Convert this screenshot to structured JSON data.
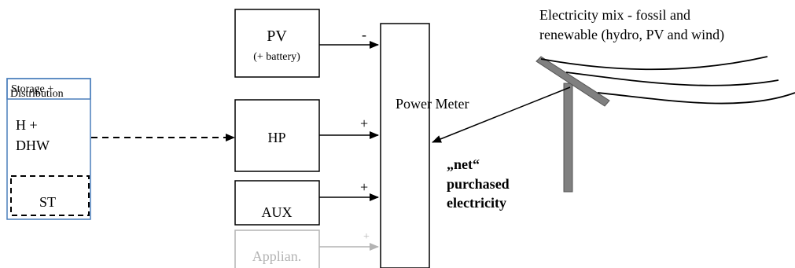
{
  "storage": {
    "header_line1": "Storage +",
    "header_line2": "Distribution",
    "h_line1": "H +",
    "h_line2": "DHW",
    "st": "ST"
  },
  "components": {
    "pv_label": "PV",
    "pv_sub": "(+ battery)",
    "hp_label": "HP",
    "aux_label": "AUX",
    "appliances_label": "Applian."
  },
  "signs": {
    "pv": "-",
    "hp": "+",
    "aux": "+",
    "appliances": "+"
  },
  "meter": {
    "label": "Power Meter"
  },
  "grid": {
    "line1": "Electricity mix - fossil and",
    "line2": "renewable (hydro, PV and wind)"
  },
  "net": {
    "line1": "„net“",
    "line2": "purchased",
    "line3": "electricity"
  },
  "colors": {
    "storage_border": "#4a7ebb",
    "line": "#000000",
    "inactive": "#b3b3b3",
    "pole": "#808080"
  }
}
